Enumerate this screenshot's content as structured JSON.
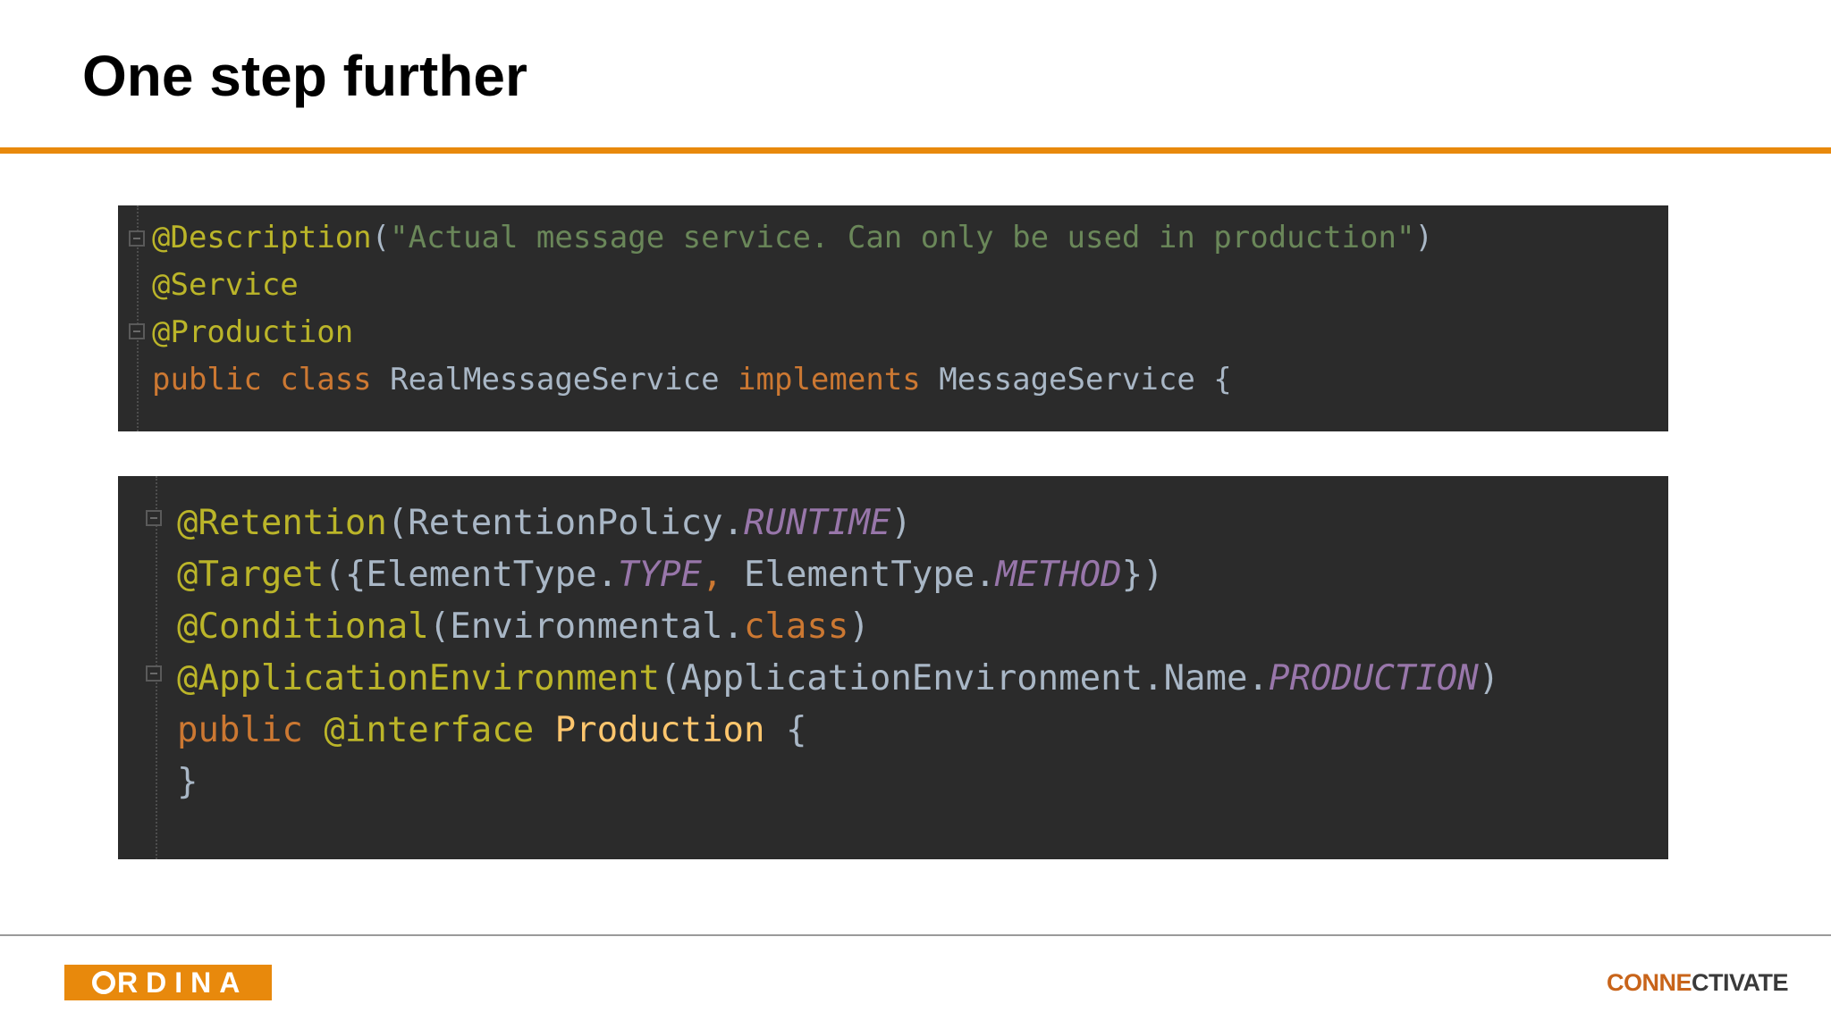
{
  "slide": {
    "title": "One step further"
  },
  "colors": {
    "accent": "#e8890c",
    "code_background": "#2b2b2b",
    "annotation": "#bbb529",
    "string": "#6a8759",
    "keyword": "#cc7832",
    "plain": "#a9b7c6",
    "constant": "#9876aa",
    "classname": "#ffc66d"
  },
  "code_blocks": [
    {
      "lines": [
        [
          {
            "t": "@Description",
            "c": "annotation"
          },
          {
            "t": "(",
            "c": "plain"
          },
          {
            "t": "\"Actual message service. Can only be used in production\"",
            "c": "string"
          },
          {
            "t": ")",
            "c": "plain"
          }
        ],
        [
          {
            "t": "@Service",
            "c": "annotation"
          }
        ],
        [
          {
            "t": "@Production",
            "c": "annotation"
          }
        ],
        [
          {
            "t": "public class ",
            "c": "keyword"
          },
          {
            "t": "RealMessageService ",
            "c": "plain"
          },
          {
            "t": "implements ",
            "c": "keyword"
          },
          {
            "t": "MessageService {",
            "c": "plain"
          }
        ]
      ]
    },
    {
      "lines": [
        [
          {
            "t": "@Retention",
            "c": "annotation"
          },
          {
            "t": "(RetentionPolicy.",
            "c": "plain"
          },
          {
            "t": "RUNTIME",
            "c": "constant"
          },
          {
            "t": ")",
            "c": "plain"
          }
        ],
        [
          {
            "t": "@Target",
            "c": "annotation"
          },
          {
            "t": "({ElementType.",
            "c": "plain"
          },
          {
            "t": "TYPE",
            "c": "constant"
          },
          {
            "t": ", ",
            "c": "keyword"
          },
          {
            "t": "ElementType.",
            "c": "plain"
          },
          {
            "t": "METHOD",
            "c": "constant"
          },
          {
            "t": "})",
            "c": "plain"
          }
        ],
        [
          {
            "t": "@Conditional",
            "c": "annotation"
          },
          {
            "t": "(Environmental.",
            "c": "plain"
          },
          {
            "t": "class",
            "c": "keyword"
          },
          {
            "t": ")",
            "c": "plain"
          }
        ],
        [
          {
            "t": "@ApplicationEnvironment",
            "c": "annotation"
          },
          {
            "t": "(ApplicationEnvironment.Name.",
            "c": "plain"
          },
          {
            "t": "PRODUCTION",
            "c": "constant"
          },
          {
            "t": ")",
            "c": "plain"
          }
        ],
        [
          {
            "t": "public ",
            "c": "keyword"
          },
          {
            "t": "@interface ",
            "c": "annotation"
          },
          {
            "t": "Production ",
            "c": "classname"
          },
          {
            "t": "{",
            "c": "plain"
          }
        ],
        [
          {
            "t": "}",
            "c": "plain"
          }
        ]
      ]
    }
  ],
  "footer": {
    "logo_left": {
      "icon": "ordina-o-logo-icon",
      "text": "RDINA"
    },
    "logo_right": {
      "part1": "CONNE",
      "part1_color": "#c8641a",
      "part2": "CTIVATE",
      "part2_color": "#3a3a3a"
    }
  }
}
